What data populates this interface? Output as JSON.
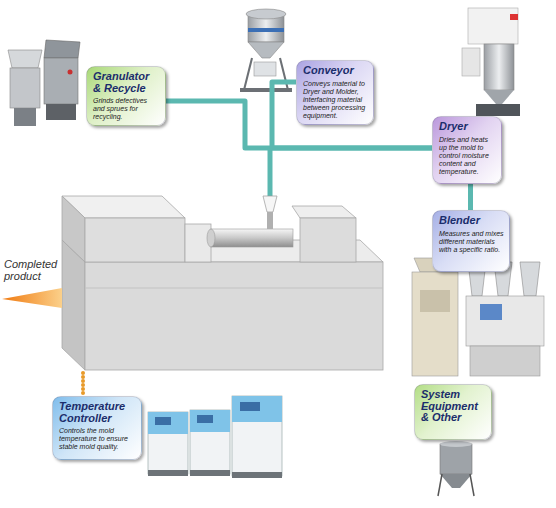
{
  "diagram": {
    "nodes": [
      {
        "text": [
          "Granulator & Recycle",
          "Grinds defectives and sprues for recycling."
        ]
      },
      {
        "text": [
          "Conveyor",
          "Conveys material to Dryer and Molder, interfacing material between processing equipment."
        ]
      },
      {
        "text": [
          "Dryer",
          "Dries and heats up the mold to control moisture content and temperature."
        ]
      },
      {
        "text": [
          "Blender",
          "Measures and mixes different materials with a specific ratio."
        ]
      },
      {
        "text": [
          "System Equipment & Other"
        ]
      },
      {
        "text": [
          "Temperature Controller",
          "Controls the mold temperature to ensure stable mold quality."
        ]
      }
    ],
    "edges": [
      {
        "from": 0,
        "to": 2,
        "arrow": "none"
      },
      {
        "from": 1,
        "to": 2,
        "arrow": "none"
      },
      {
        "from": 2,
        "to": 3,
        "arrow": "none"
      }
    ],
    "labels": [
      "Completed product"
    ]
  }
}
